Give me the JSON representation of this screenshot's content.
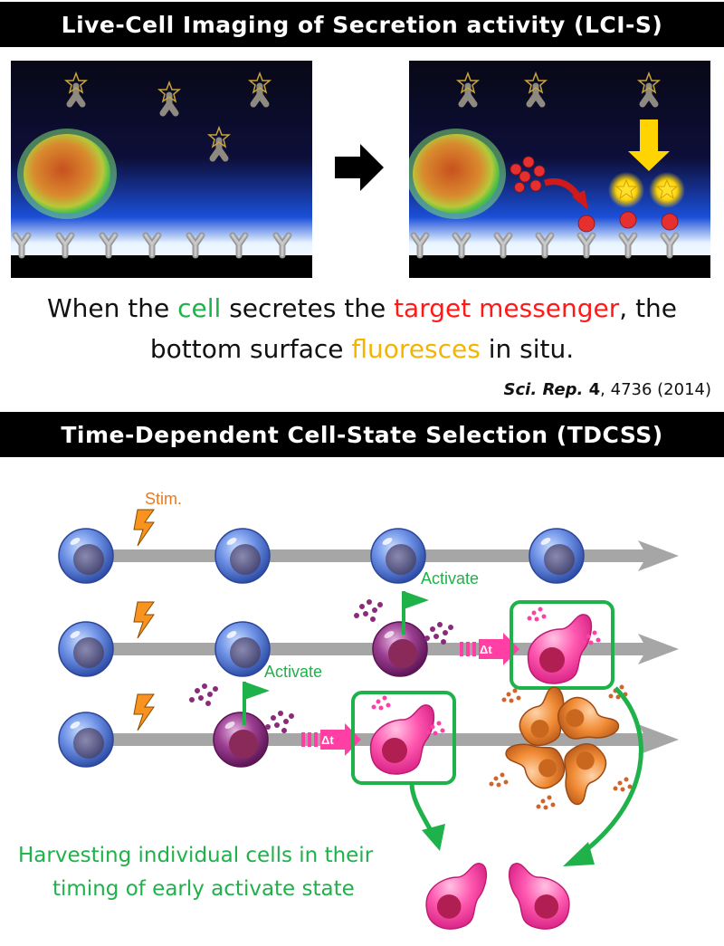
{
  "header_top": {
    "title": "Live-Cell Imaging of Secretion activity (LCI-S)"
  },
  "caption": {
    "line1_a": "When the ",
    "line1_cell": "cell",
    "line1_b": " secretes the ",
    "line1_target": "target messenger",
    "line1_c": ", the",
    "line2_a": "bottom surface ",
    "line2_fluor": "fluoresces",
    "line2_b": " in situ."
  },
  "reference": {
    "journal": "Sci. Rep.",
    "volume": "4",
    "rest": ", 4736 (2014)"
  },
  "header_bottom": {
    "title": "Time-Dependent Cell-State Selection (TDCSS)"
  },
  "diagram": {
    "stim_label": "Stim.",
    "activate_label": "Activate",
    "delta_label": "Δt",
    "harvest_line1": "Harvesting individual cells in their",
    "harvest_line2": "timing of early activate state"
  },
  "colors": {
    "green": "#1fb14a",
    "red": "#ff1a1a",
    "yellow": "#f5b400",
    "pink": "#ff3fa4",
    "orange": "#e87a22",
    "purple": "#8b2a7a",
    "blue_cell": "#5c7fd6"
  },
  "icons": [
    "arrow-right-icon",
    "lightning-icon",
    "flag-icon",
    "star-icon",
    "antibody-icon"
  ]
}
